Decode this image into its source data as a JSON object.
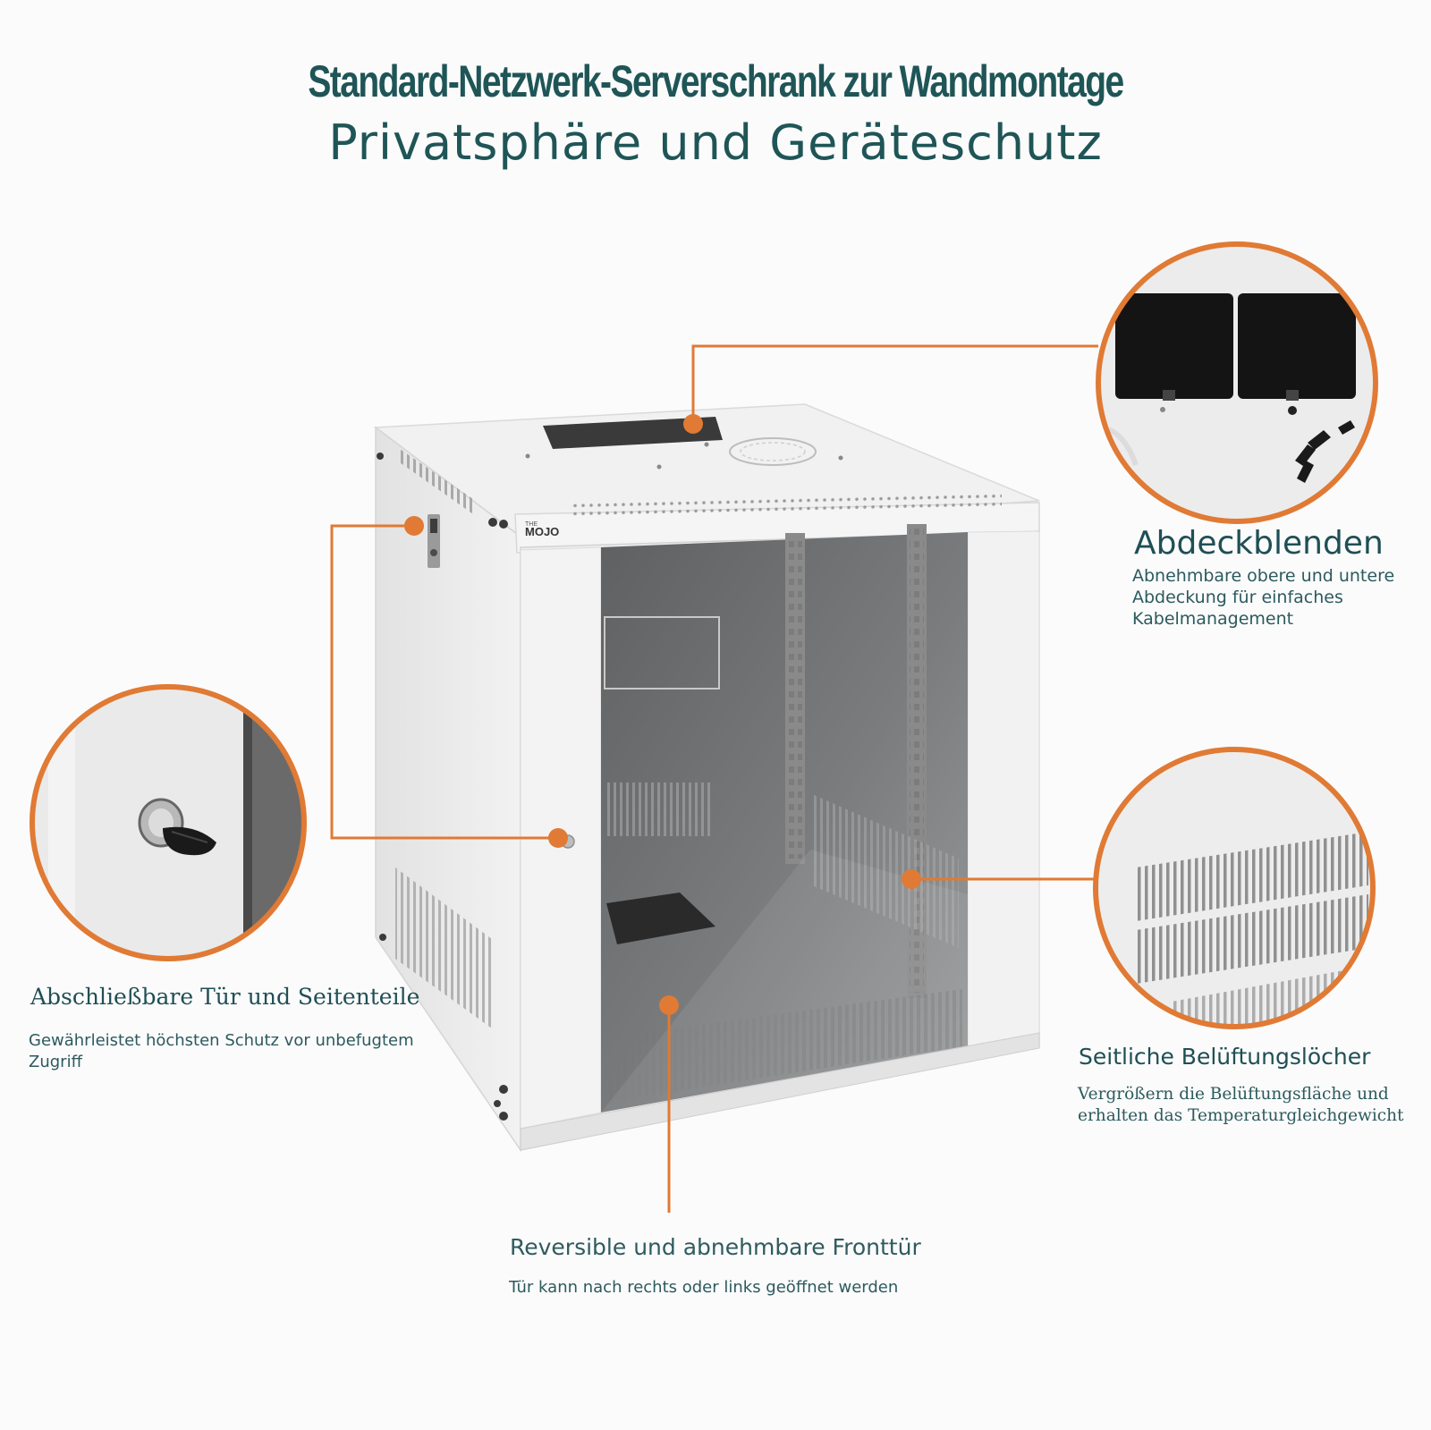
{
  "header": {
    "title": "Standard-Netzwerk-Serverschrank zur Wandmontage",
    "subtitle": "Privatsphäre und Geräteschutz"
  },
  "brand": {
    "logo_text": "MOJO",
    "logo_small": "THE"
  },
  "features": {
    "lock": {
      "title": "Abschließbare Tür und Seitenteile",
      "description": "Gewährleistet höchsten Schutz vor unbefugtem Zugriff"
    },
    "cover": {
      "title": "Abdeckblenden",
      "description": "Abnehmbare obere und untere Abdeckung für einfaches Kabelmanagement"
    },
    "vent": {
      "title": "Seitliche Belüftungslöcher",
      "description": "Vergrößern die Belüftungsfläche und erhalten das Temperaturgleichgewicht"
    },
    "door": {
      "title": "Reversible und abnehmbare Fronttür",
      "description": "Tür kann nach rechts oder links geöffnet werden"
    }
  },
  "colors": {
    "accent": "#e07a34",
    "heading": "#1f5557",
    "text": "#2c5a5e",
    "cabinet": "#ececec"
  },
  "icons": [
    "lock-key-icon",
    "fan-icon",
    "cover-panel-icon",
    "vent-slots-icon"
  ]
}
